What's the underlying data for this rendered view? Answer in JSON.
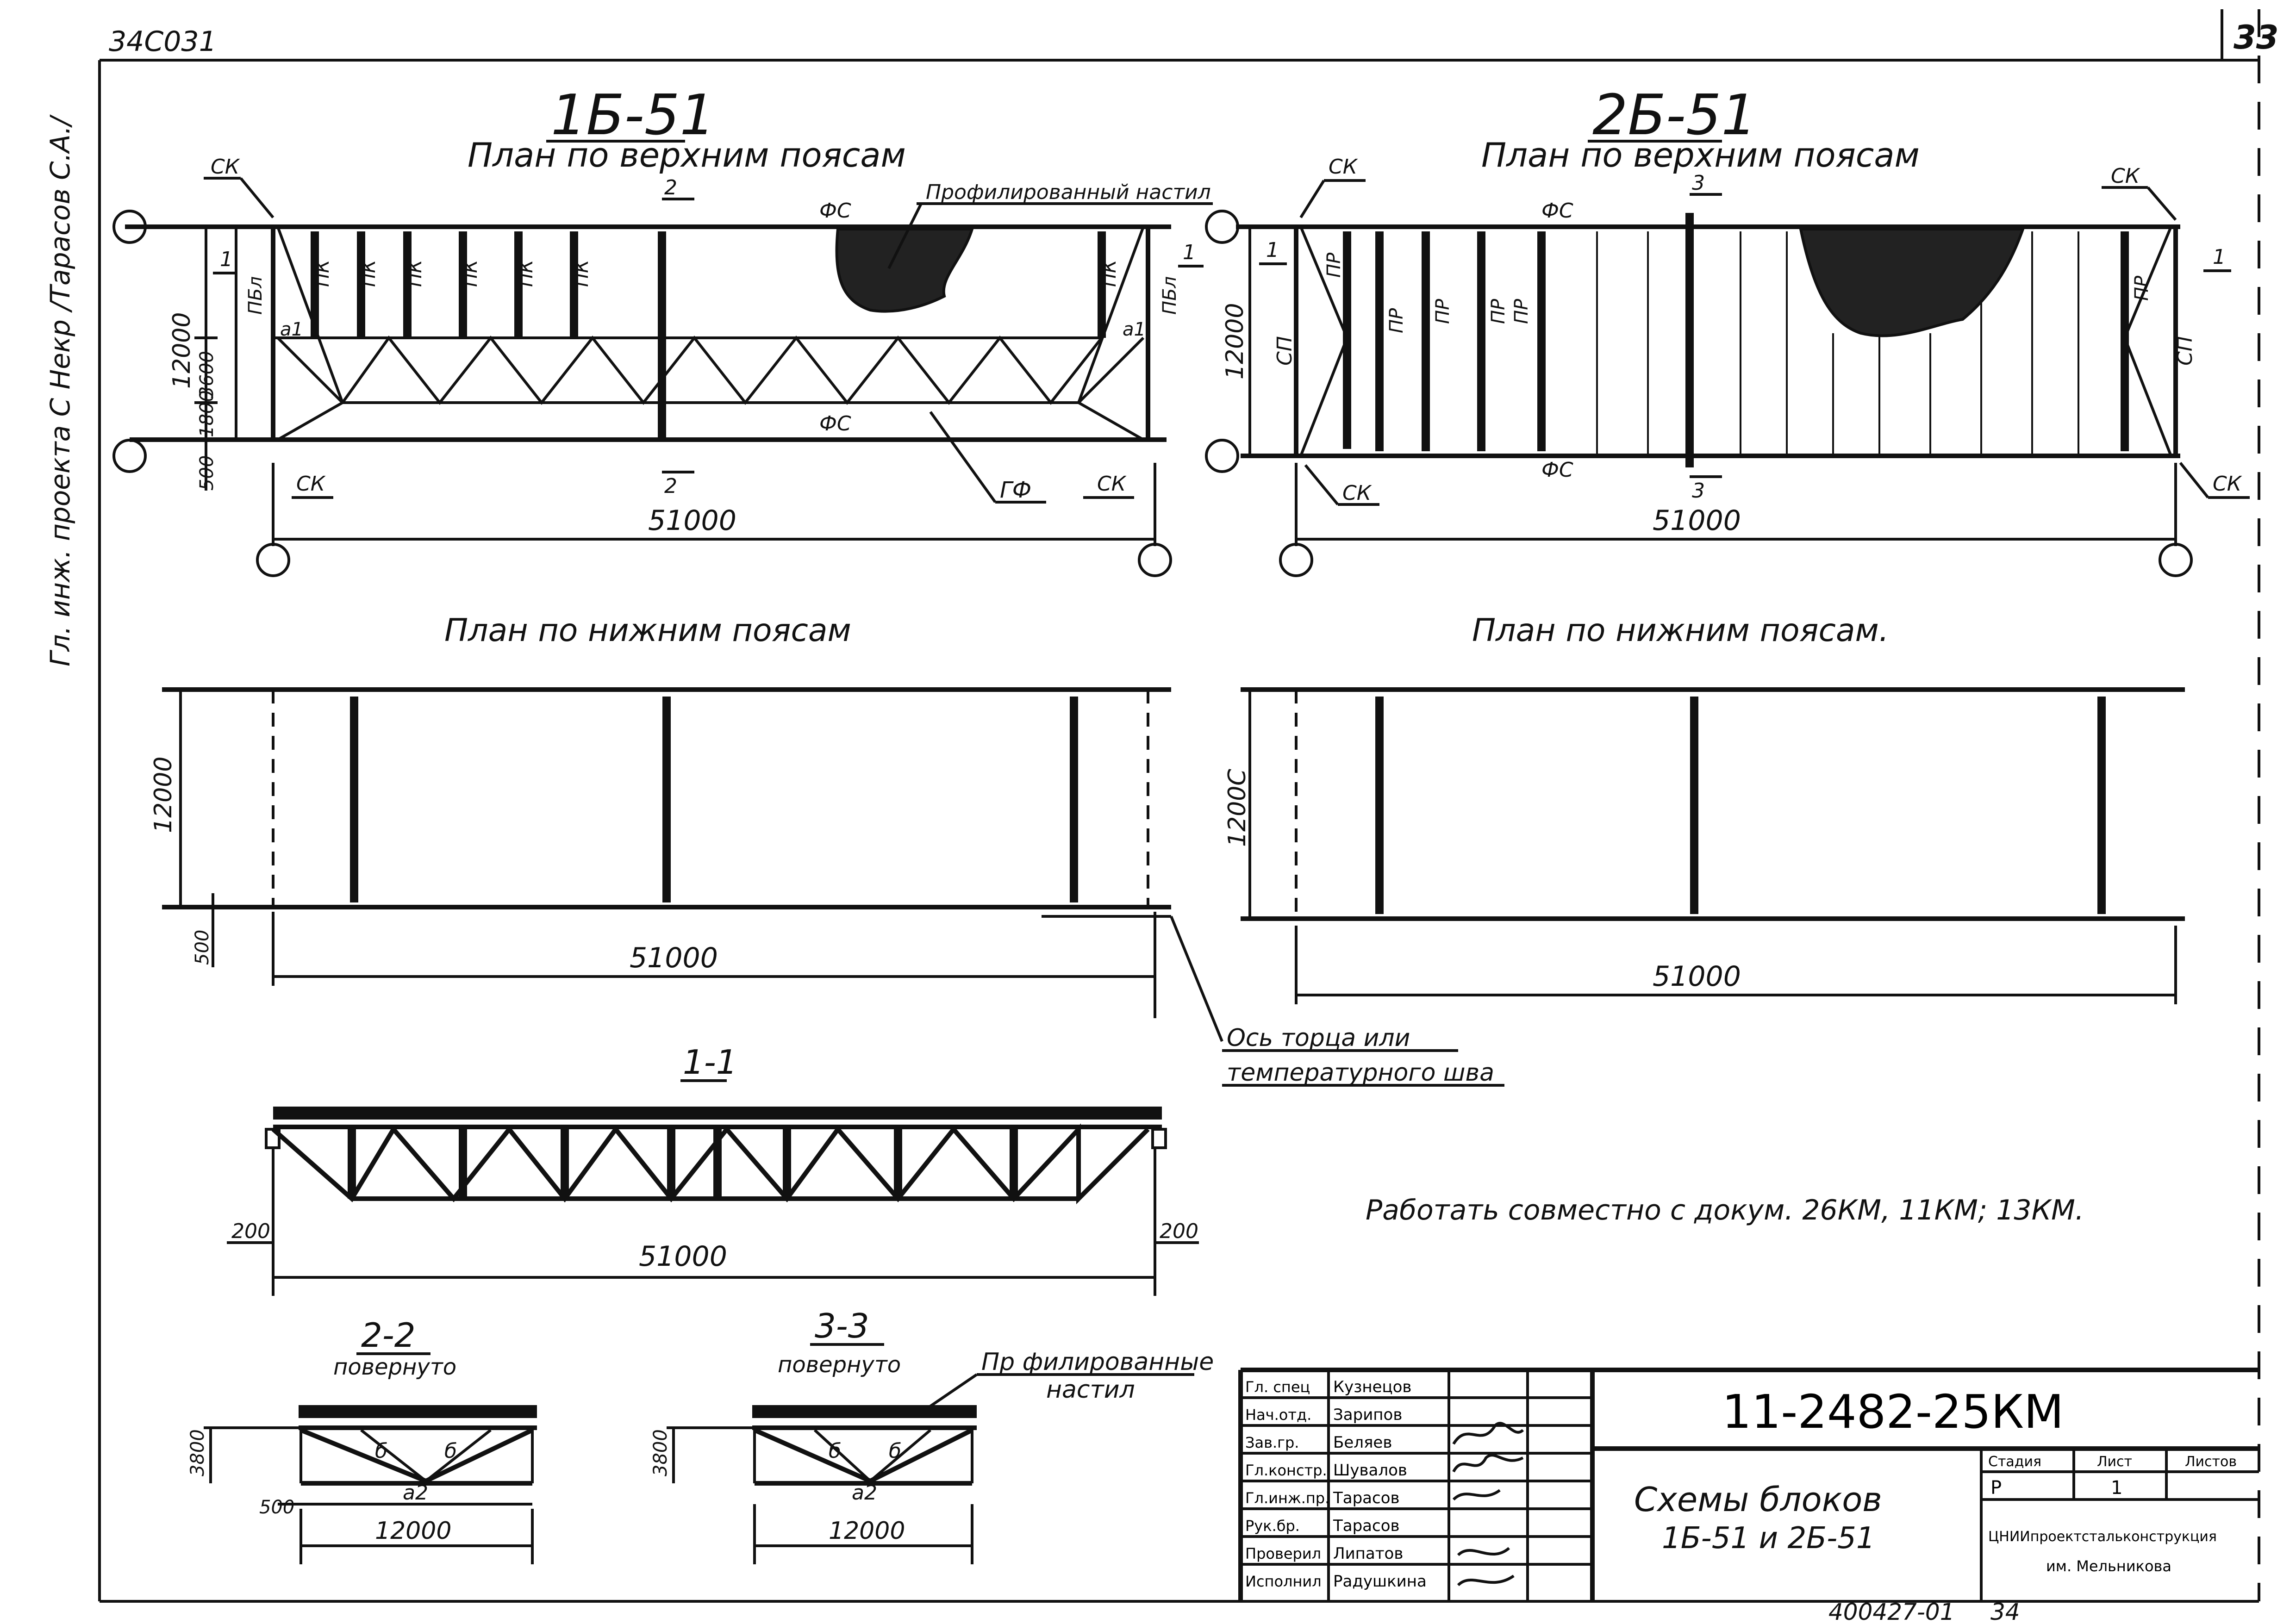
{
  "header": {
    "doc_number": "34С031",
    "sheet_number": "33",
    "side_text": "Гл. инж. проекта  С Некр  /Тарасов С.А./"
  },
  "block1": {
    "mark": "1Б-51",
    "top_plan_title": "План по верхним поясам",
    "bottom_plan_title": "План по нижним поясам",
    "deck_label": "Профилированный настил",
    "span": "51000",
    "width": "12000",
    "dim_3600": "3600",
    "dim_1800": "1800",
    "dim_500": "500",
    "labels": {
      "sk": "СК",
      "fs": "ФС",
      "gf": "ГФ",
      "pk": "ПК",
      "pbl": "ПБл",
      "a1": "а1",
      "sec1": "1",
      "sec2": "2"
    }
  },
  "block2": {
    "mark": "2Б-51",
    "top_plan_title": "План по верхним поясам",
    "bottom_plan_title": "План по нижним поясам.",
    "span": "51000",
    "width": "12000",
    "width_bottom": "1200С",
    "labels": {
      "sk": "СК",
      "fs": "ФС",
      "pr": "ПР",
      "sp": "СП",
      "sec1": "1",
      "sec3": "3"
    }
  },
  "axis_note": {
    "line1": "Ось торца или",
    "line2": "температурного шва"
  },
  "section_1_1": {
    "title": "1-1",
    "span": "51000",
    "support_left": "200",
    "support_right": "200"
  },
  "section_2_2": {
    "title": "2-2",
    "subtitle": "повернуто",
    "height": "3800",
    "offset": "500",
    "width": "12000",
    "labels": {
      "a2": "а2",
      "d1": "б",
      "d2": "б"
    }
  },
  "section_3_3": {
    "title": "3-3",
    "subtitle": "повернуто",
    "height": "3800",
    "width": "12000",
    "deck_line1": "Пр филированные",
    "deck_line2": "настил",
    "labels": {
      "a2": "а2",
      "d1": "б",
      "d2": "б"
    }
  },
  "note": "Работать совместно с докум. 26КМ, 11КМ; 13КМ.",
  "title_block": {
    "project_code": "11-2482-25КМ",
    "sheet_title_line1": "Схемы блоков",
    "sheet_title_line2": "1Б-51 и 2Б-51",
    "roles": [
      {
        "role": "Гл. спец",
        "name": "Кузнецов"
      },
      {
        "role": "Нач.отд.",
        "name": "Зарипов"
      },
      {
        "role": "Зав.гр.",
        "name": "Беляев"
      },
      {
        "role": "Гл.констр.",
        "name": "Шувалов"
      },
      {
        "role": "Гл.инж.пр.",
        "name": "Тарасов"
      },
      {
        "role": "Рук.бр.",
        "name": "Тарасов"
      },
      {
        "role": "Проверил",
        "name": "Липатов"
      },
      {
        "role": "Исполнил",
        "name": "Радушкина"
      }
    ],
    "stage_header": "Стадия",
    "sheet_header": "Лист",
    "sheets_header": "Листов",
    "stage": "Р",
    "sheet": "1",
    "org_line1": "ЦНИИпроектстальконструкция",
    "org_line2": "им. Мельникова"
  },
  "footer": {
    "archive": "400427-01",
    "page": "34"
  }
}
